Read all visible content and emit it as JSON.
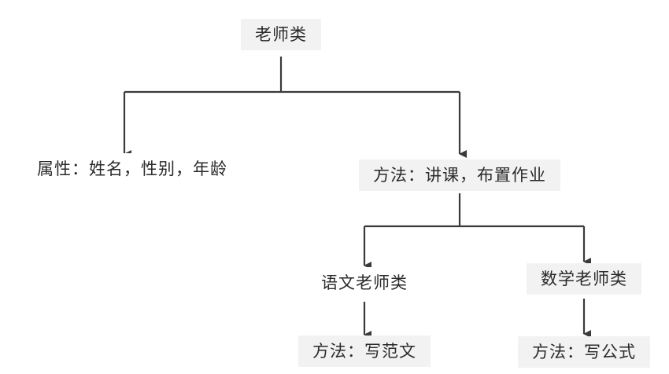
{
  "diagram": {
    "root": "老师类",
    "attributes": "属性：姓名，性别，年龄",
    "methods": "方法：讲课，布置作业",
    "children": [
      {
        "name": "语文老师类",
        "method": "方法：写范文"
      },
      {
        "name": "数学老师类",
        "method": "方法：写公式"
      }
    ]
  },
  "colors": {
    "line": "#3a3a3a",
    "text": "#2a2a2a",
    "node_background": "#f2f2f2"
  }
}
